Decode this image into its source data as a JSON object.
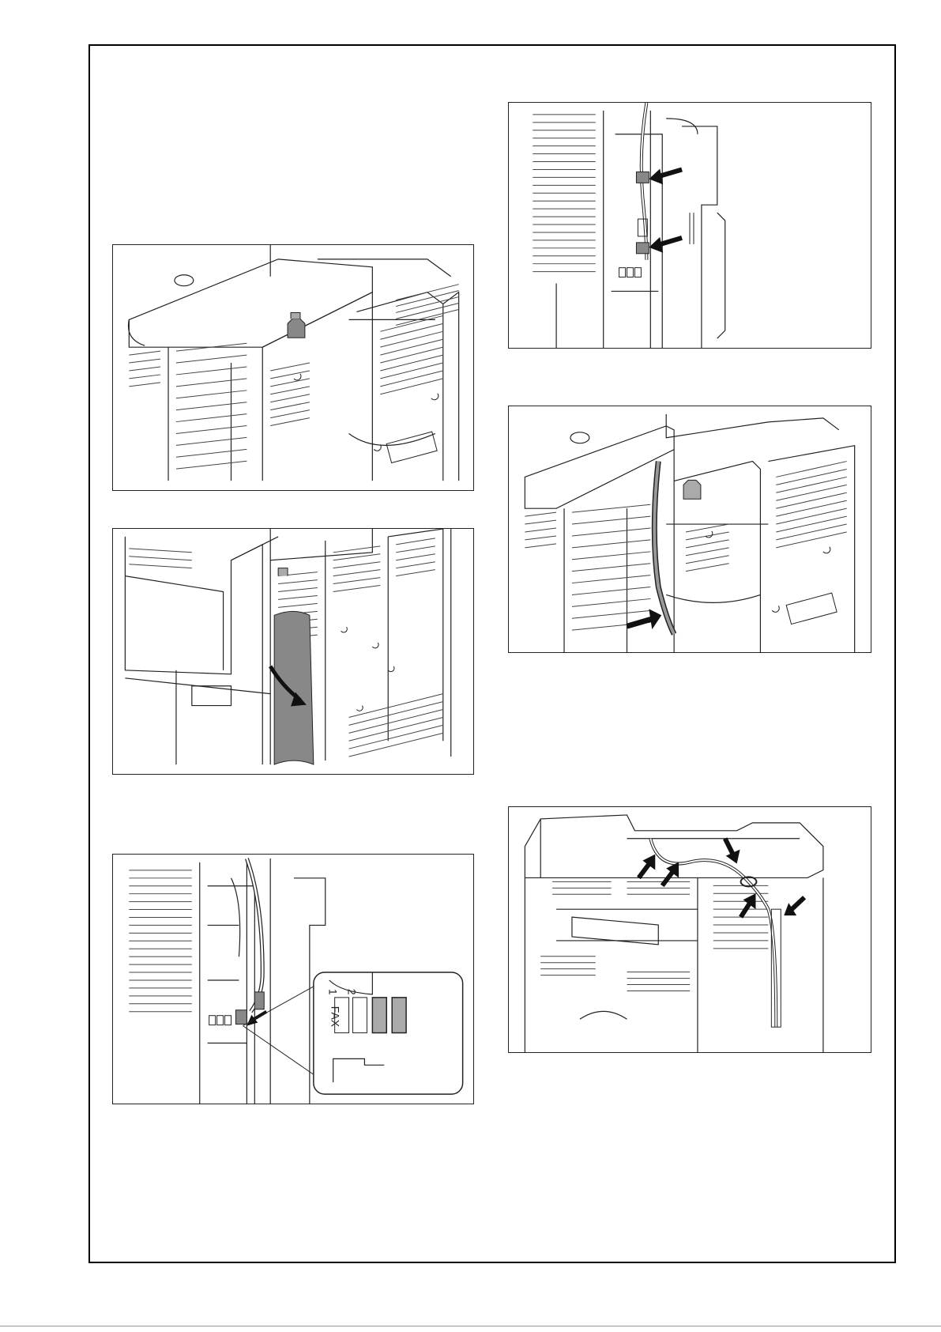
{
  "figures": [
    {
      "id": "fig-a",
      "caption": ""
    },
    {
      "id": "fig-b",
      "caption": ""
    },
    {
      "id": "fig-c",
      "caption": "",
      "inset_label": "FAX",
      "port_numbers": [
        "1",
        "2"
      ]
    },
    {
      "id": "fig-d",
      "caption": ""
    },
    {
      "id": "fig-e",
      "caption": ""
    },
    {
      "id": "fig-f",
      "caption": ""
    }
  ],
  "icons": [
    "arrow-icon",
    "curved-arrow-icon"
  ],
  "colors": {
    "line": "#222222",
    "fill_dark": "#888888",
    "fill_mid": "#aaaaaa",
    "paper": "#ffffff"
  }
}
